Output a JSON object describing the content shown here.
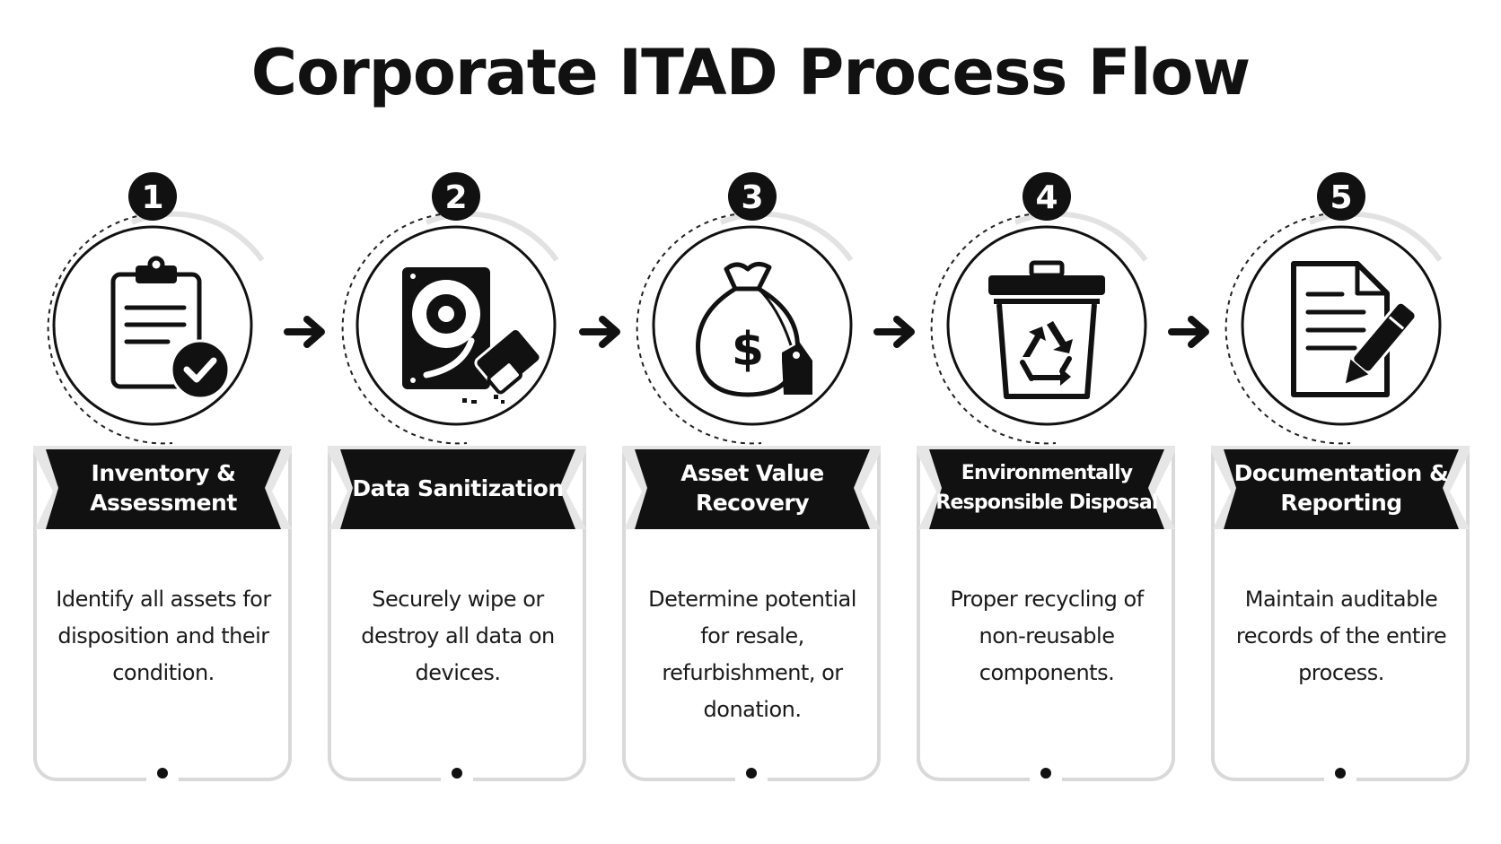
{
  "title": "Corporate ITAD Process Flow",
  "colors": {
    "ink": "#111111",
    "card_border": "#d9d9d9",
    "background": "#ffffff"
  },
  "steps": [
    {
      "number": "1",
      "title": "Inventory & Assessment",
      "description": "Identify all assets for disposition and their condition.",
      "icon": "clipboard-check-icon"
    },
    {
      "number": "2",
      "title": "Data Sanitization",
      "description": "Securely wipe or destroy all data on devices.",
      "icon": "hard-drive-eraser-icon"
    },
    {
      "number": "3",
      "title": "Asset Value Recovery",
      "description": "Determine potential for resale, refurbishment, or donation.",
      "icon": "money-bag-tag-icon"
    },
    {
      "number": "4",
      "title": "Environmentally Responsible Disposal",
      "description": "Proper recycling of non-reusable components.",
      "icon": "recycle-bin-icon"
    },
    {
      "number": "5",
      "title": "Documentation & Reporting",
      "description": "Maintain auditable records of the entire process.",
      "icon": "document-pen-icon"
    }
  ]
}
